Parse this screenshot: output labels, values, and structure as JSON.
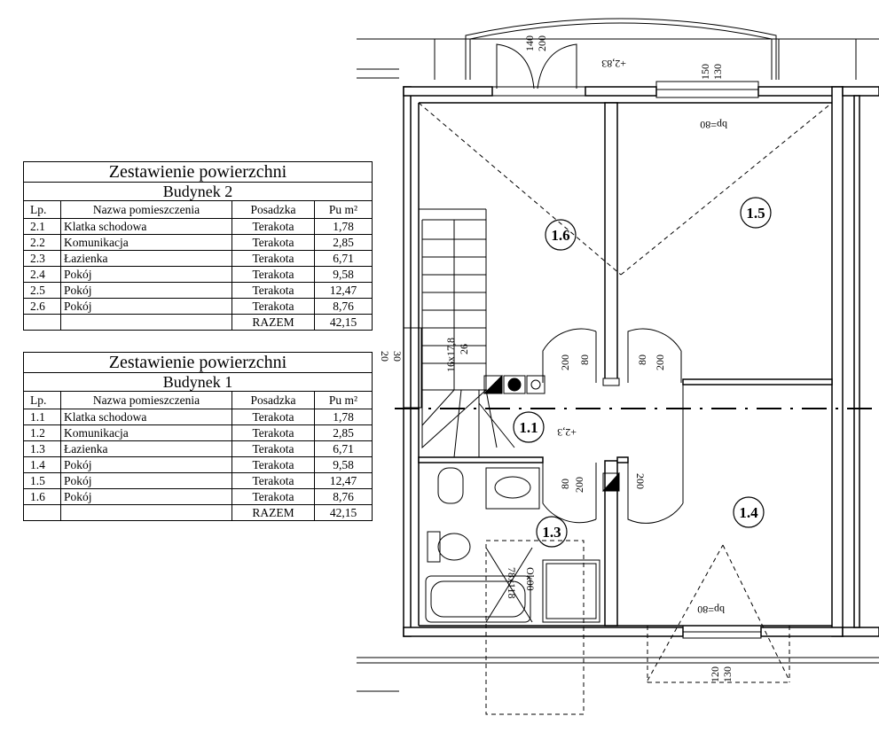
{
  "tables": [
    {
      "title": "Zestawienie powierzchni",
      "subtitle": "Budynek 2",
      "headers": [
        "Lp.",
        "Nazwa pomieszczenia",
        "Posadzka",
        "Pu m²"
      ],
      "rows": [
        [
          "2.1",
          "Klatka schodowa",
          "Terakota",
          "1,78"
        ],
        [
          "2.2",
          "Komunikacja",
          "Terakota",
          "2,85"
        ],
        [
          "2.3",
          "Łazienka",
          "Terakota",
          "6,71"
        ],
        [
          "2.4",
          "Pokój",
          "Terakota",
          "9,58"
        ],
        [
          "2.5",
          "Pokój",
          "Terakota",
          "12,47"
        ],
        [
          "2.6",
          "Pokój",
          "Terakota",
          "8,76"
        ],
        [
          "",
          "",
          "RAZEM",
          "42,15"
        ]
      ]
    },
    {
      "title": "Zestawienie powierzchni",
      "subtitle": "Budynek 1",
      "headers": [
        "Lp.",
        "Nazwa pomieszczenia",
        "Posadzka",
        "Pu m²"
      ],
      "rows": [
        [
          "1.1",
          "Klatka schodowa",
          "Terakota",
          "1,78"
        ],
        [
          "1.2",
          "Komunikacja",
          "Terakota",
          "2,85"
        ],
        [
          "1.3",
          "Łazienka",
          "Terakota",
          "6,71"
        ],
        [
          "1.4",
          "Pokój",
          "Terakota",
          "9,58"
        ],
        [
          "1.5",
          "Pokój",
          "Terakota",
          "12,47"
        ],
        [
          "1.6",
          "Pokój",
          "Terakota",
          "8,76"
        ],
        [
          "",
          "",
          "RAZEM",
          "42,15"
        ]
      ]
    }
  ],
  "plan": {
    "room_labels": [
      "1.6",
      "1.5",
      "1.1",
      "1.4",
      "1.3"
    ],
    "dimensions": {
      "top_door": [
        "140",
        "200"
      ],
      "top_window": [
        "150",
        "130"
      ],
      "bottom_window": [
        "120",
        "130"
      ],
      "door_left_upper": [
        "200",
        "80"
      ],
      "door_right_upper": [
        "80",
        "200"
      ],
      "door_left_lower": [
        "80",
        "200"
      ],
      "door_right_lower": [
        "200"
      ],
      "wall_left": [
        "30",
        "20"
      ],
      "sill_top": "bp=80",
      "sill_bottom": "bp=80",
      "stairs": "16x17,8",
      "stairs_width": "26",
      "level_top": "+2,83",
      "level_hall": "+2,3",
      "shower": "78x118",
      "shower_extra": "Ok00"
    }
  }
}
